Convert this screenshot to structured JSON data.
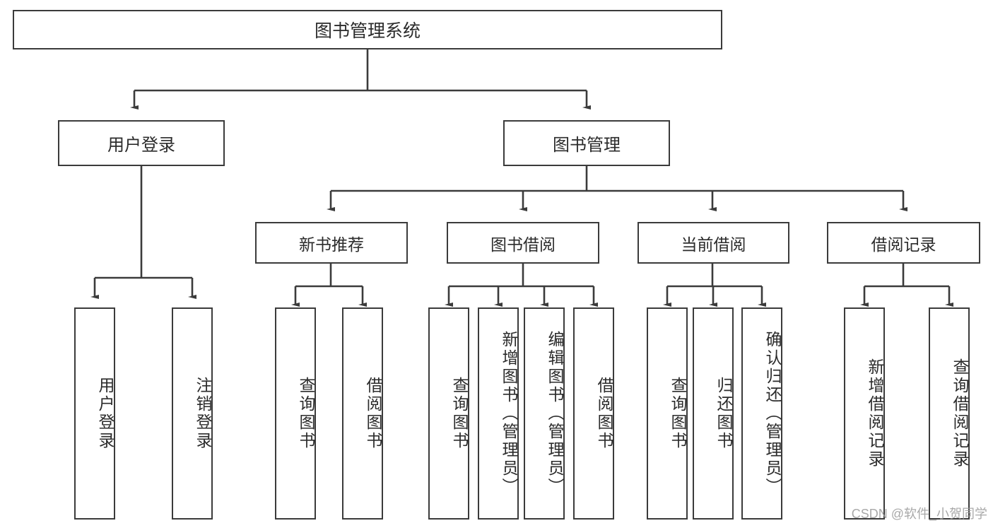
{
  "diagram": {
    "title": "图书管理系统",
    "type": "tree",
    "root": {
      "label": "图书管理系统"
    },
    "level2": [
      {
        "label": "用户登录"
      },
      {
        "label": "图书管理"
      }
    ],
    "level3": [
      {
        "label": "新书推荐"
      },
      {
        "label": "图书借阅"
      },
      {
        "label": "当前借阅"
      },
      {
        "label": "借阅记录"
      }
    ],
    "leaves": {
      "user_login": [
        {
          "label": "用户登录"
        },
        {
          "label": "注销登录"
        }
      ],
      "new_book_recommend": [
        {
          "label": "查询图书"
        },
        {
          "label": "借阅图书"
        }
      ],
      "book_borrow": [
        {
          "label": "查询图书"
        },
        {
          "label": "新增图书（管理员）"
        },
        {
          "label": "编辑图书（管理员）"
        },
        {
          "label": "借阅图书"
        }
      ],
      "current_borrow": [
        {
          "label": "查询图书"
        },
        {
          "label": "归还图书"
        },
        {
          "label": "确认归还（管理员）"
        }
      ],
      "borrow_record": [
        {
          "label": "新增借阅记录"
        },
        {
          "label": "查询借阅记录"
        }
      ]
    }
  },
  "watermark": {
    "text": "CSDN @软件_小贺同学"
  },
  "colors": {
    "border": "#3b3b3b",
    "text": "#2b2b2b",
    "background": "#ffffff",
    "watermark": "#9a9a9a"
  }
}
